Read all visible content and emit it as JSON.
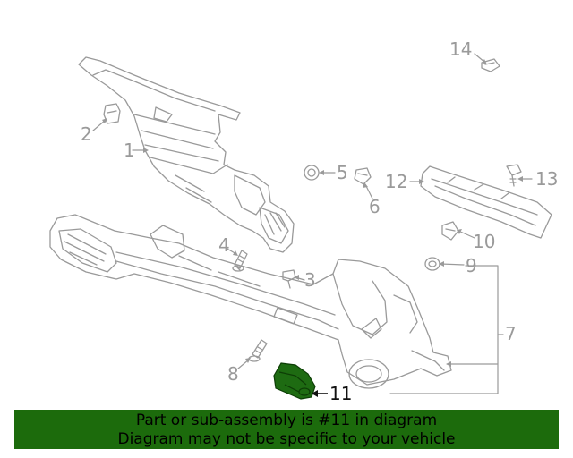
{
  "diagram": {
    "callouts": [
      {
        "id": "1",
        "label": "1"
      },
      {
        "id": "2",
        "label": "2"
      },
      {
        "id": "3",
        "label": "3"
      },
      {
        "id": "4",
        "label": "4"
      },
      {
        "id": "5",
        "label": "5"
      },
      {
        "id": "6",
        "label": "6"
      },
      {
        "id": "7",
        "label": "7"
      },
      {
        "id": "8",
        "label": "8"
      },
      {
        "id": "9",
        "label": "9"
      },
      {
        "id": "10",
        "label": "10"
      },
      {
        "id": "11",
        "label": "11"
      },
      {
        "id": "12",
        "label": "12"
      },
      {
        "id": "13",
        "label": "13"
      },
      {
        "id": "14",
        "label": "14"
      }
    ],
    "highlighted_part": "11",
    "colors": {
      "line": "#9a9a9a",
      "highlight": "#1e6b12",
      "banner_bg": "#1c6b0c",
      "banner_text": "#000000"
    }
  },
  "banner": {
    "line1": "Part or sub-assembly is #11 in diagram",
    "line2": "Diagram may not be specific to your vehicle"
  }
}
